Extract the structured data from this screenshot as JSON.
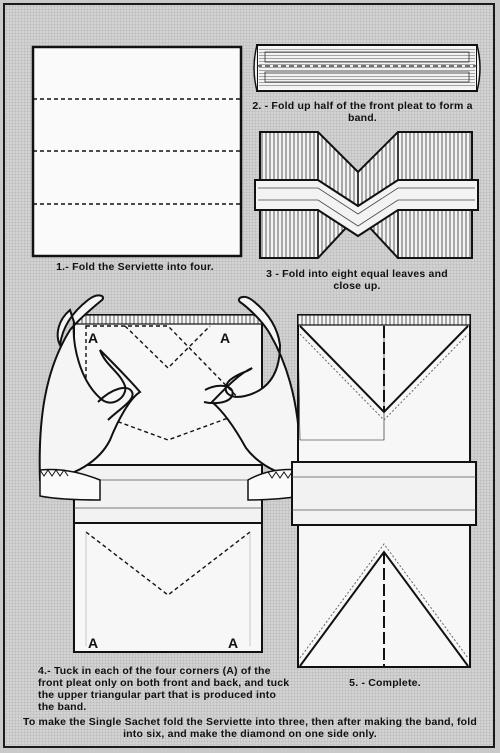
{
  "corner_label": "A",
  "captions": {
    "step1": "1.- Fold the Serviette into four.",
    "step2": "2. - Fold up half of the front pleat to form a band.",
    "step3": "3 - Fold into eight equal leaves and close up.",
    "step4": "4.- Tuck in each of the four corners (A) of the front pleat only on both front and back, and tuck the upper triangular part that is produced into the band.",
    "step5": "5. - Complete.",
    "footer": "To make the Single Sachet fold the Serviette into three, then after making the band, fold into six, and make the diamond on one side only."
  }
}
